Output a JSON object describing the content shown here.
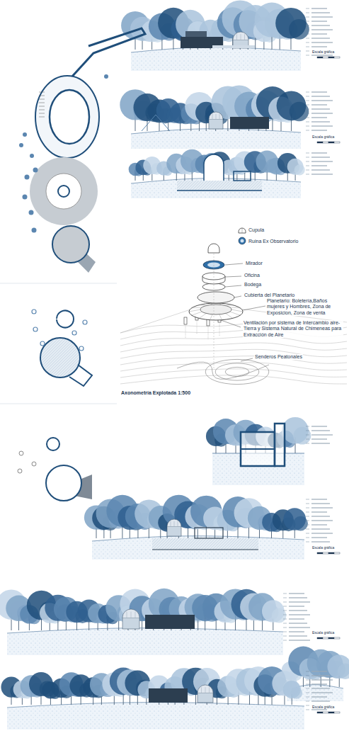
{
  "diagram": {
    "labels": [
      "Mirador",
      "Oficina",
      "Bodega",
      "Cubierta del Planetario",
      "Planetario: Boletería,Baños mujeres y Hombres, Zona de Exposicion, Zona de venta",
      "Ventilación por sistema de Intercambio aire-Tierra y Sistema Natural de Chimeneas para Extracción de Aire",
      "Senderos Peatonales",
      "Axonometría Explotada 1:500",
      "Escala gráfica",
      "Escala gráfica",
      "Escala gráfica",
      "Escala gráfica",
      "Escala gráfica"
    ],
    "legend": [
      {
        "text": "Cupula"
      },
      {
        "text": "Ruina Ex Observatorio",
        "color": "#2f6fa8"
      }
    ]
  }
}
